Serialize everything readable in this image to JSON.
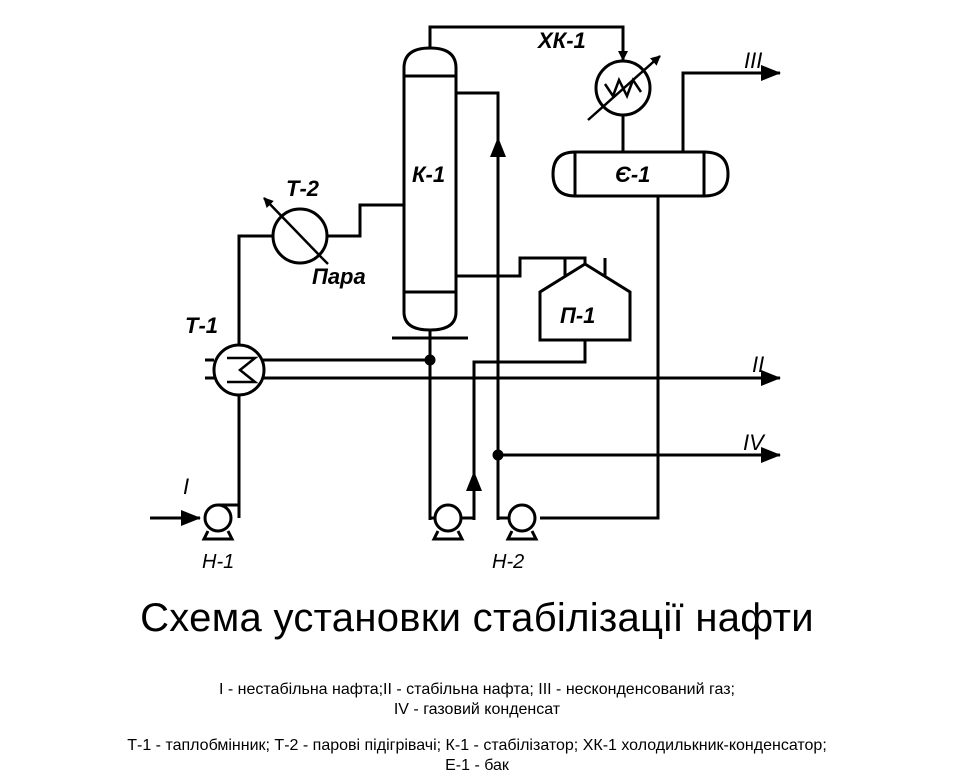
{
  "diagram": {
    "equipment": {
      "column": "К-1",
      "cooler_condenser": "ХК-1",
      "vessel": "Є-1",
      "furnace": "П-1",
      "heat_exchanger": "Т-1",
      "steam_heater": "Т-2",
      "steam": "Пара",
      "pump_1": "Н-1",
      "pump_2": "Н-2"
    },
    "streams": {
      "I": "I",
      "II": "II",
      "III": "III",
      "IV": "IV"
    }
  },
  "caption": {
    "title": "Схема установки стабілізації нафти",
    "legend_streams_line1": "I - нестабільна нафта;II - стабільна нафта; III - несконденсований газ;",
    "legend_streams_line2": "IV - газовий конденсат",
    "legend_equipment_line1": "Т-1 - таплобмінник; Т-2 - парові підігрівачі; К-1 - стабілізатор; ХК-1 холодилькник-конденсатор;",
    "legend_equipment_line2": "Е-1 - бак"
  }
}
